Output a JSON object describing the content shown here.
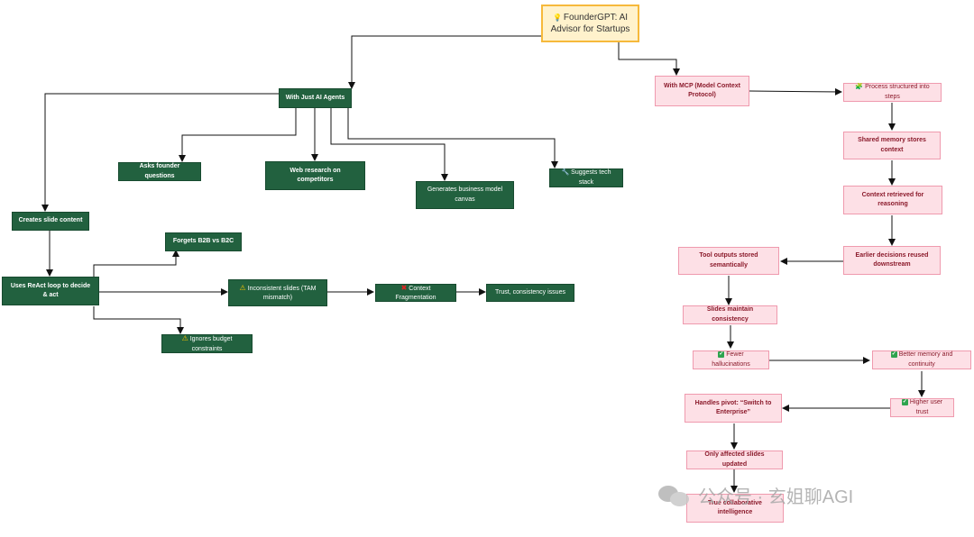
{
  "colors": {
    "green_fill": "#22613f",
    "pink_fill": "#fde0e6",
    "pink_border": "#ef9aae",
    "pink_text": "#8b1a2b",
    "root_fill": "#fff2cc",
    "root_border": "#f6b93b",
    "edge": "#111111"
  },
  "nodes": {
    "root": {
      "icon": "lightbulb-icon",
      "line1": "FounderGPT: AI",
      "line2": "Advisor for Startups"
    },
    "agents": "With Just AI Agents",
    "ask_questions": "Asks founder questions",
    "web_research": "Web research on competitors",
    "business_canvas": "Generates business model canvas",
    "tech_stack": {
      "icon": "wrench-icon",
      "text": "Suggests tech stack"
    },
    "slide_content": "Creates slide content",
    "react_loop": "Uses ReAct loop to decide & act",
    "forgets_b2b": "Forgets B2B vs B2C",
    "inconsistent_slides": {
      "icon": "warning-icon",
      "text": "Inconsistent slides (TAM mismatch)"
    },
    "ignores_budget": {
      "icon": "warning-icon",
      "text": "Ignores budget constraints"
    },
    "context_fragmentation": {
      "icon": "cross-icon",
      "text": "Context Fragmentation"
    },
    "trust_issues": "Trust, consistency issues",
    "mcp": "With MCP (Model Context Protocol)",
    "process_steps": {
      "icon": "puzzle-icon",
      "text": "Process structured into steps"
    },
    "shared_memory": "Shared memory stores context",
    "context_retrieved": "Context retrieved for reasoning",
    "earlier_decisions": "Earlier decisions reused downstream",
    "tool_outputs": "Tool outputs stored semantically",
    "slides_consistency": "Slides maintain consistency",
    "fewer_hallucinations": {
      "icon": "check-icon",
      "text": "Fewer hallucinations"
    },
    "better_memory": {
      "icon": "check-icon",
      "text": "Better memory and continuity"
    },
    "higher_trust": {
      "icon": "check-icon",
      "text": "Higher user trust"
    },
    "handles_pivot": "Handles pivot: “Switch to Enterprise”",
    "only_affected": "Only affected slides updated",
    "true_collab": "True collaborative intelligence"
  },
  "watermark": {
    "text": "公众号 · 玄姐聊AGI",
    "icon": "wechat-icon"
  }
}
